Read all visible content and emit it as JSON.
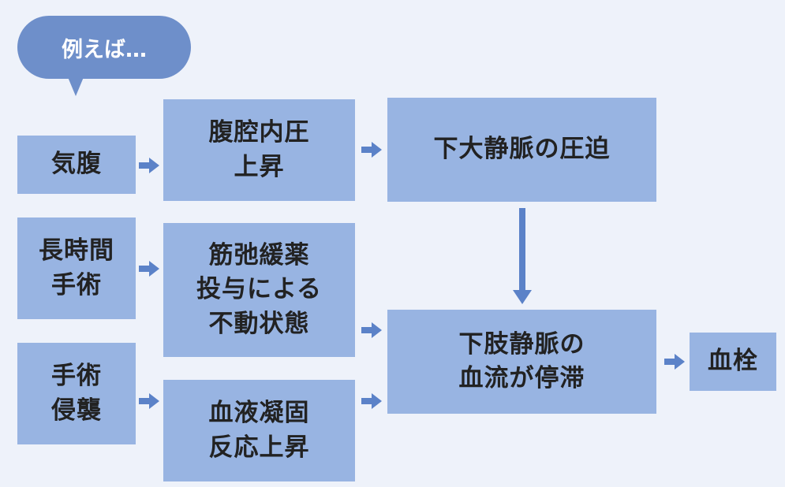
{
  "bubble": {
    "label": "例えば…"
  },
  "boxes": {
    "pneumoperitoneum": "気腹",
    "long_surgery": "長時間\n手術",
    "surgical_invasion": "手術\n侵襲",
    "intra_abdominal_pressure": "腹腔内圧\n上昇",
    "muscle_relaxant": "筋弛緩薬\n投与による\n不動状態",
    "coagulation": "血液凝固\n反応上昇",
    "ivc_compression": "下大静脈の圧迫",
    "venous_stasis": "下肢静脈の\n血流が停滞",
    "thrombus": "血栓"
  },
  "colors": {
    "bubble": "#6e8fca",
    "box": "#98b4e2",
    "arrow": "#5b82c8",
    "background": "#eef2fa"
  }
}
